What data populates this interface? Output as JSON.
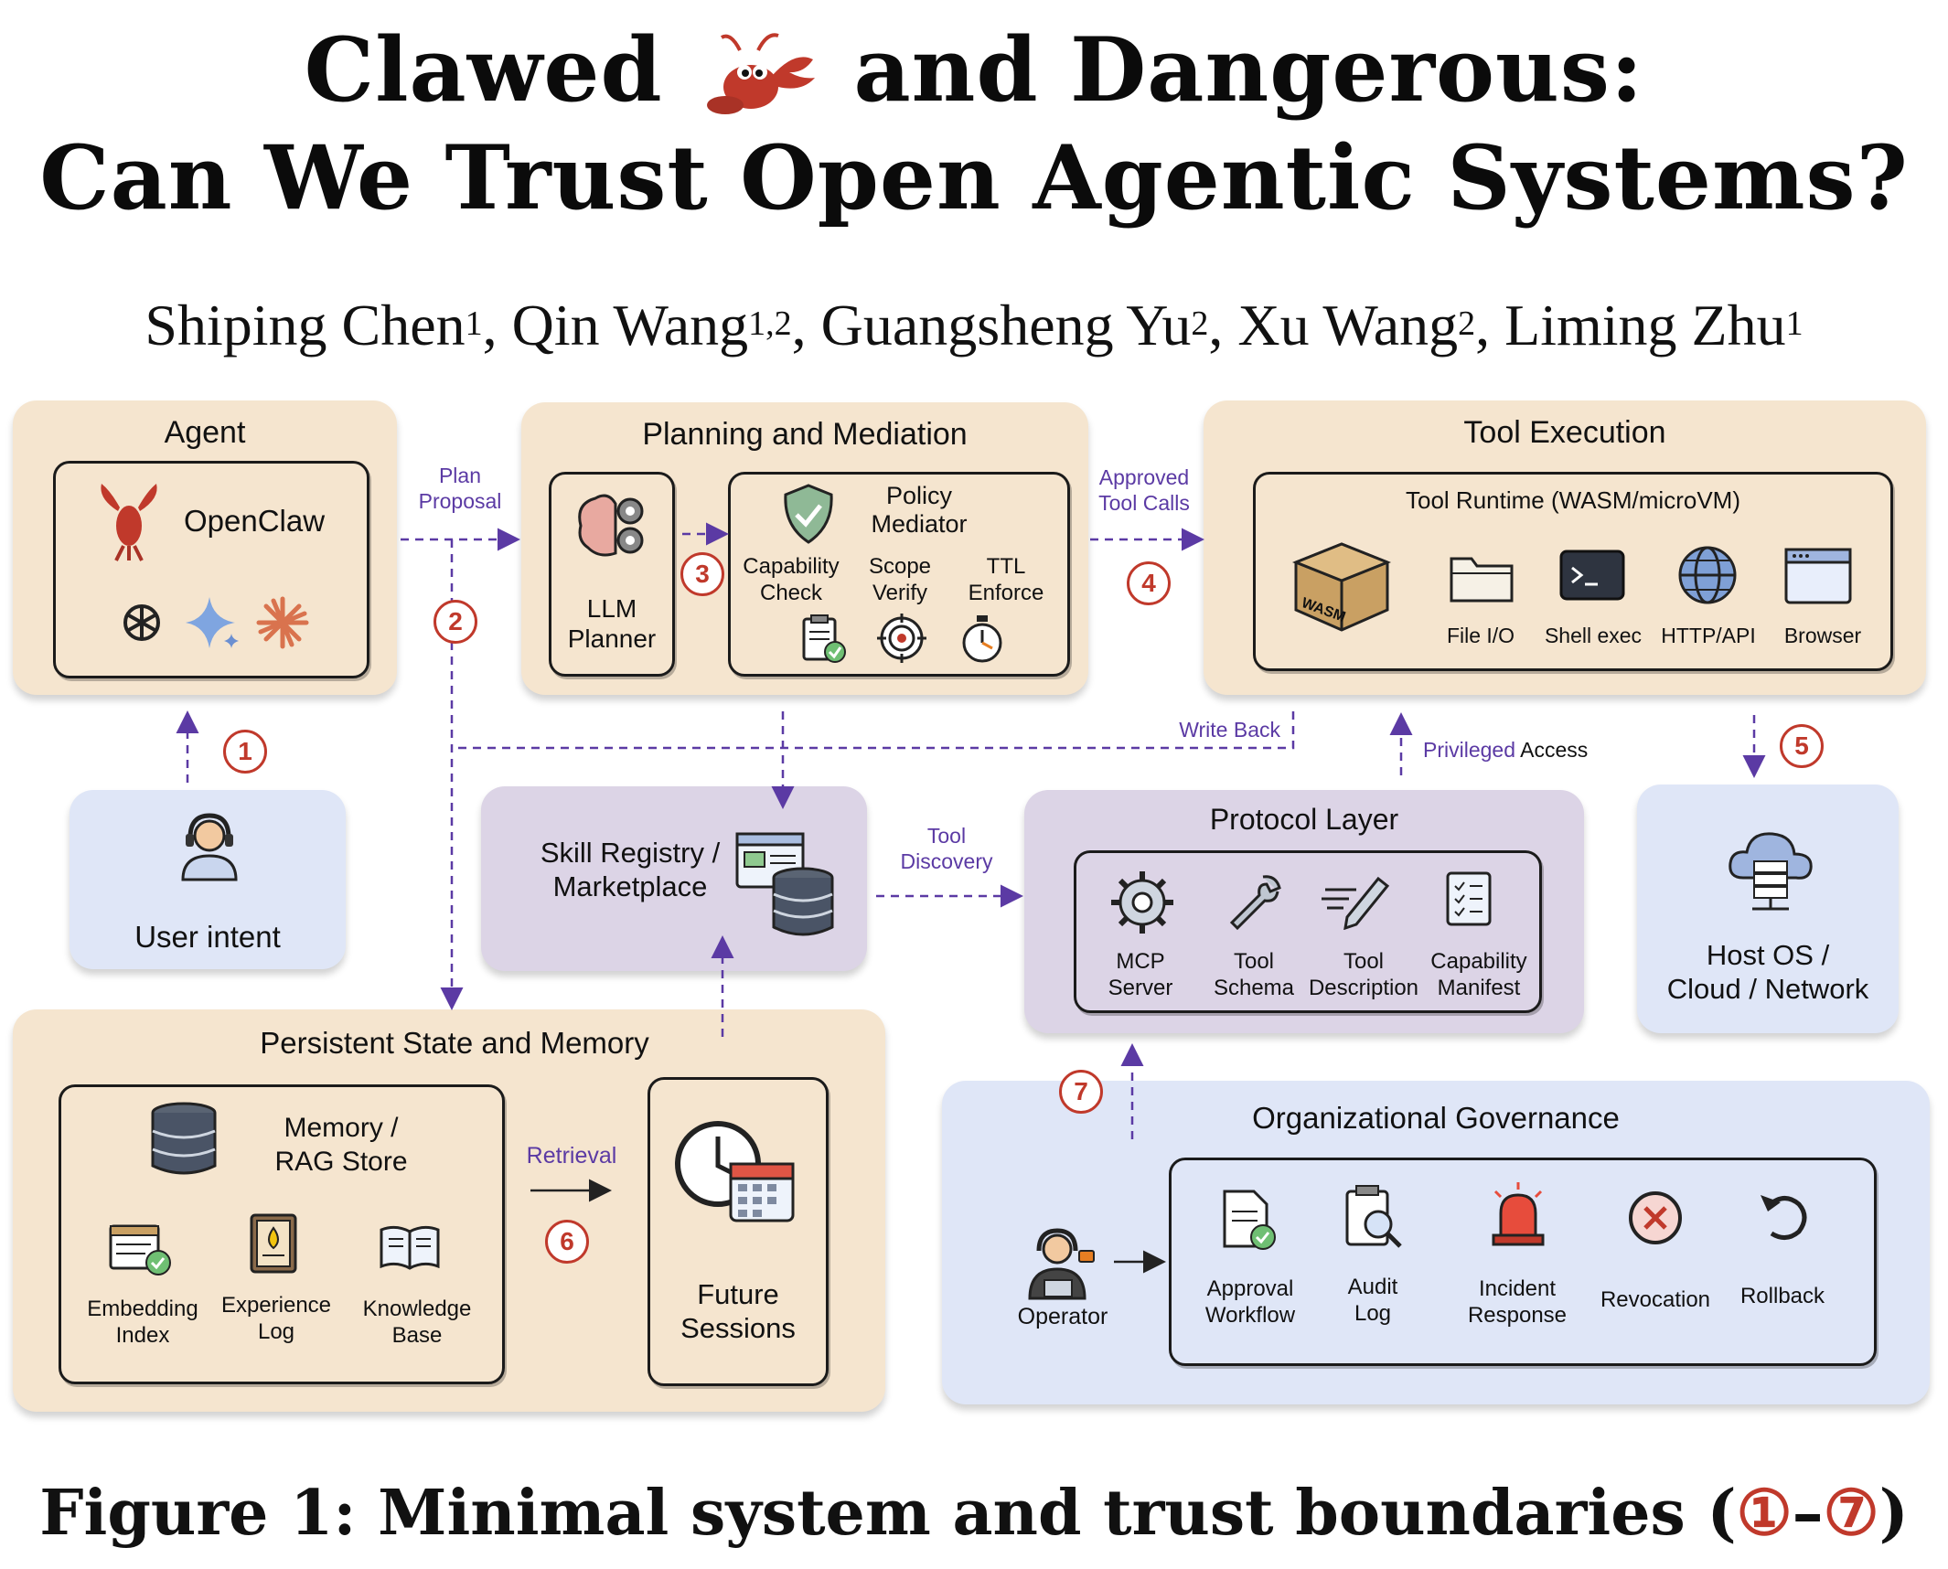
{
  "title": {
    "line1_before": "Clawed",
    "line1_after": "and Dangerous:",
    "line2": "Can We Trust Open Agentic Systems?"
  },
  "authors": [
    {
      "name": "Shiping Chen",
      "sup": "1"
    },
    {
      "name": "Qin Wang",
      "sup": "1,2"
    },
    {
      "name": "Guangsheng Yu",
      "sup": "2"
    },
    {
      "name": "Xu Wang",
      "sup": "2"
    },
    {
      "name": "Liming Zhu",
      "sup": "1"
    }
  ],
  "agent": {
    "title": "Agent",
    "name": "OpenClaw"
  },
  "user_intent": {
    "label": "User intent"
  },
  "planning": {
    "title": "Planning and Mediation",
    "planner": "LLM\nPlanner",
    "policy_mediator": "Policy\nMediator",
    "capability_check": "Capability\nCheck",
    "scope_verify": "Scope\nVerify",
    "ttl_enforce": "TTL\nEnforce"
  },
  "tool_execution": {
    "title": "Tool Execution",
    "runtime": "Tool Runtime (WASM/microVM)",
    "wasm_box_label": "WASM",
    "items": [
      "File I/O",
      "Shell exec",
      "HTTP/API",
      "Browser"
    ]
  },
  "skill_registry": {
    "label": "Skill Registry /\nMarketplace"
  },
  "protocol_layer": {
    "title": "Protocol Layer",
    "items": [
      "MCP\nServer",
      "Tool\nSchema",
      "Tool\nDescription",
      "Capability\nManifest"
    ]
  },
  "host": {
    "label": "Host OS /\nCloud / Network"
  },
  "memory": {
    "title": "Persistent State and Memory",
    "store": "Memory /\nRAG Store",
    "items": [
      "Embedding\nIndex",
      "Experience\nLog",
      "Knowledge\nBase"
    ],
    "future": "Future\nSessions"
  },
  "governance": {
    "title": "Organizational Governance",
    "operator": "Operator",
    "items": [
      "Approval\nWorkflow",
      "Audit\nLog",
      "Incident\nResponse",
      "Revocation",
      "Rollback"
    ]
  },
  "edges": {
    "plan_proposal": "Plan\nProposal",
    "approved_tool_calls": "Approved\nTool Calls",
    "write_back": "Write Back",
    "privileged_access_a": "Privileged",
    "privileged_access_b": " Access",
    "tool_discovery": "Tool\nDiscovery",
    "retrieval": "Retrieval"
  },
  "markers": [
    "①",
    "②",
    "③",
    "④",
    "⑤",
    "⑥",
    "⑦"
  ],
  "caption": {
    "text": "Figure 1: Minimal system and trust boundaries (",
    "range_start": "①",
    "dash": "–",
    "range_end": "⑦",
    "close": ")"
  },
  "colors": {
    "panel_tan": "#f5e5cf",
    "panel_lavender": "#dcd4e6",
    "panel_blue": "#dfe6f7",
    "edge_purple": "#5b3aa4",
    "marker_red": "#c0392b"
  }
}
